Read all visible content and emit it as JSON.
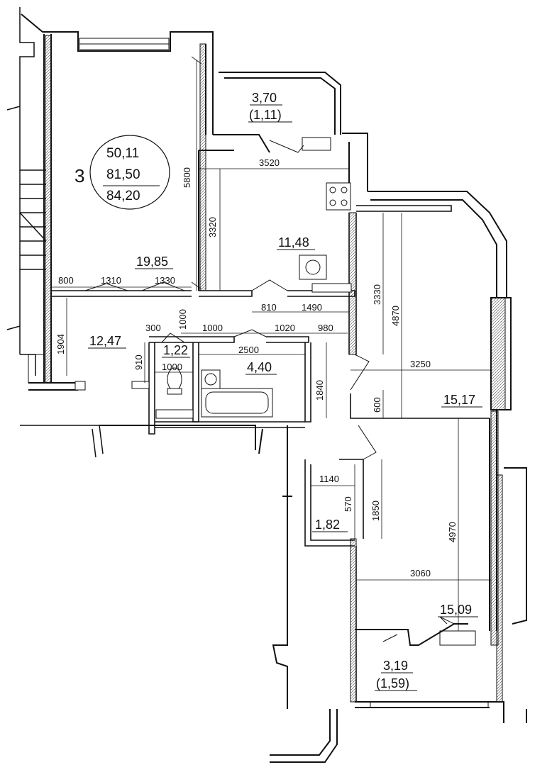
{
  "apartment": {
    "rooms_count": "3",
    "living_area": "50,11",
    "total_area": "81,50",
    "total_area_with_balconies": "84,20"
  },
  "areas": {
    "balcony_top_area": "3,70",
    "balcony_top_reduced": "(1,11)",
    "kitchen": "11,48",
    "living_room": "19,85",
    "hall": "12,47",
    "toilet": "1,22",
    "bathroom": "4,40",
    "room_right_top": "15,17",
    "storage": "1,82",
    "room_right_bottom": "15,09",
    "balcony_bottom_area": "3,19",
    "balcony_bottom_reduced": "(1,59)"
  },
  "dimensions": {
    "d5800": "5800",
    "d3520": "3520",
    "d3320": "3320",
    "d800": "800",
    "d1310": "1310",
    "d1330": "1330",
    "d810": "810",
    "d1490": "1490",
    "d1000v": "1000",
    "d300": "300",
    "d1000a": "1000",
    "d1020": "1020",
    "d980": "980",
    "d1904": "1904",
    "d910": "910",
    "d2500": "2500",
    "d1000b": "1000",
    "d1840": "1840",
    "d3330": "3330",
    "d4870": "4870",
    "d3250": "3250",
    "d600": "600",
    "d1140": "1140",
    "d570": "570",
    "d1850": "1850",
    "d4970": "4970",
    "d3060": "3060"
  }
}
